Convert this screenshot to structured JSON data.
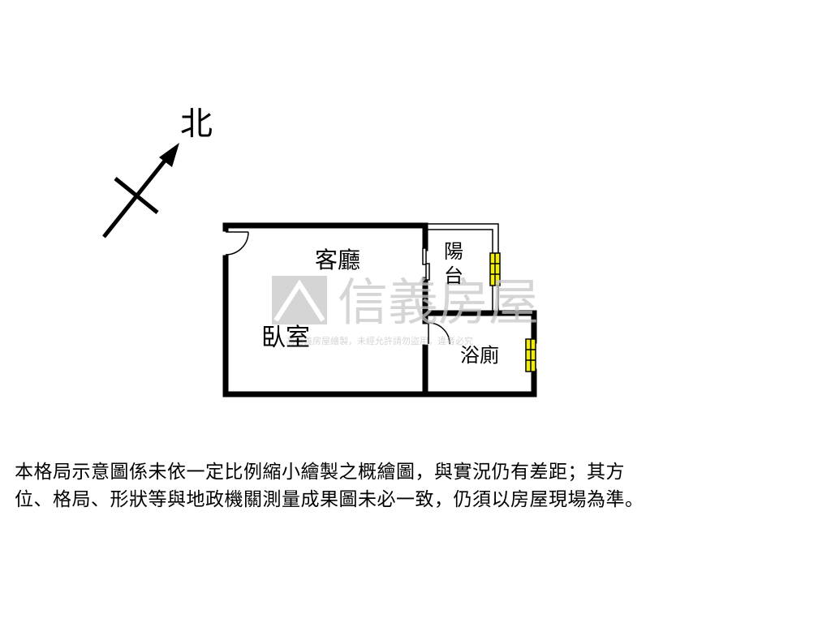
{
  "compass": {
    "north_label": "北"
  },
  "rooms": {
    "living": "客廳",
    "bedroom": "臥室",
    "balcony_line1": "陽",
    "balcony_line2": "台",
    "bathroom": "浴廁"
  },
  "watermark": {
    "brand": "信義房屋",
    "notice": "為信義房屋繪製，未經允許請勿盜用，違者必究"
  },
  "disclaimer": {
    "line1": "本格局示意圖係未依一定比例縮小繪製之概繪圖，與實況仍有差距；其方",
    "line2": "位、格局、形狀等與地政機關測量成果圖未必一致，仍須以房屋現場為準。"
  },
  "colors": {
    "wall": "#000000",
    "window_fill": "#f2ee00",
    "watermark": "#c8c8c8"
  }
}
